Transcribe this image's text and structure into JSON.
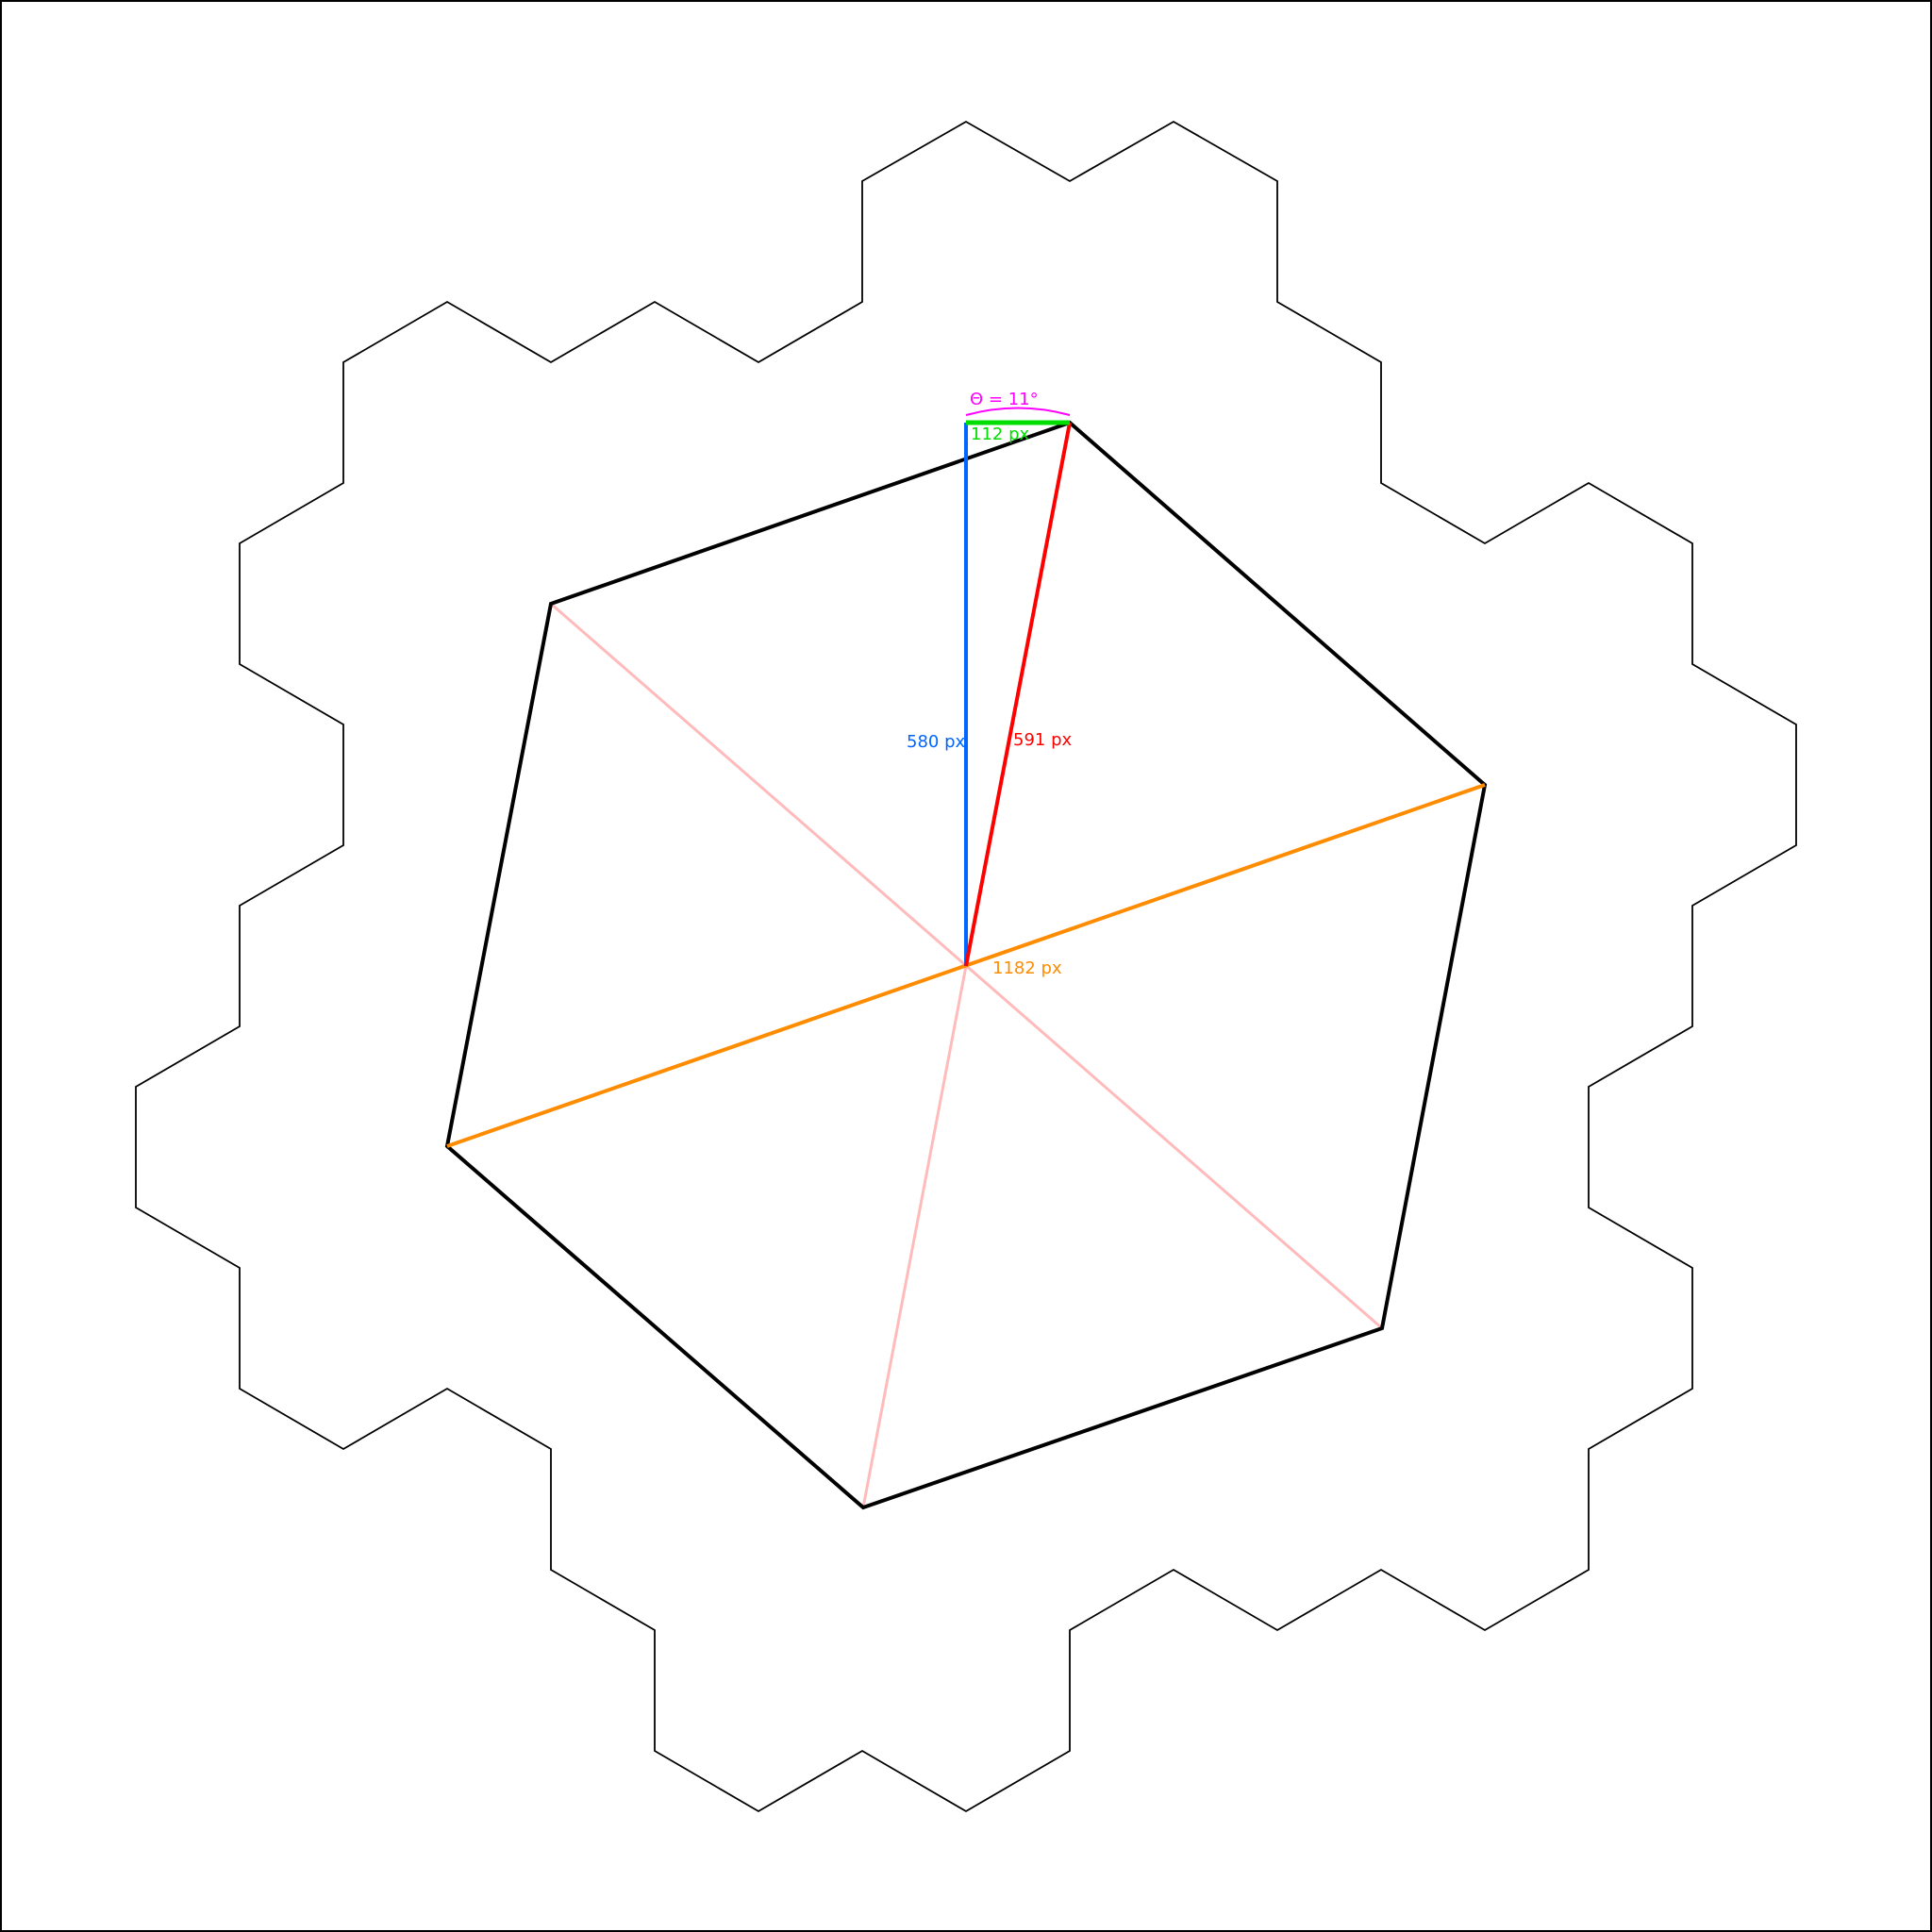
{
  "labels": {
    "angle": "Θ = 11°",
    "horizontal_offset": "112 px",
    "vertical": "580 px",
    "radius": "591 px",
    "diameter": "1182 px"
  },
  "colors": {
    "background": "#ffffff",
    "frame": "#000000",
    "outline": "#000000",
    "hexagon": "#000000",
    "radius_line": "#ff0000",
    "vertical_line": "#0066ff",
    "horizontal_line": "#00dd00",
    "angle_arc": "#ff00ff",
    "diameter_line": "#ff8c00",
    "other_diagonals": "#ffbbbb"
  }
}
